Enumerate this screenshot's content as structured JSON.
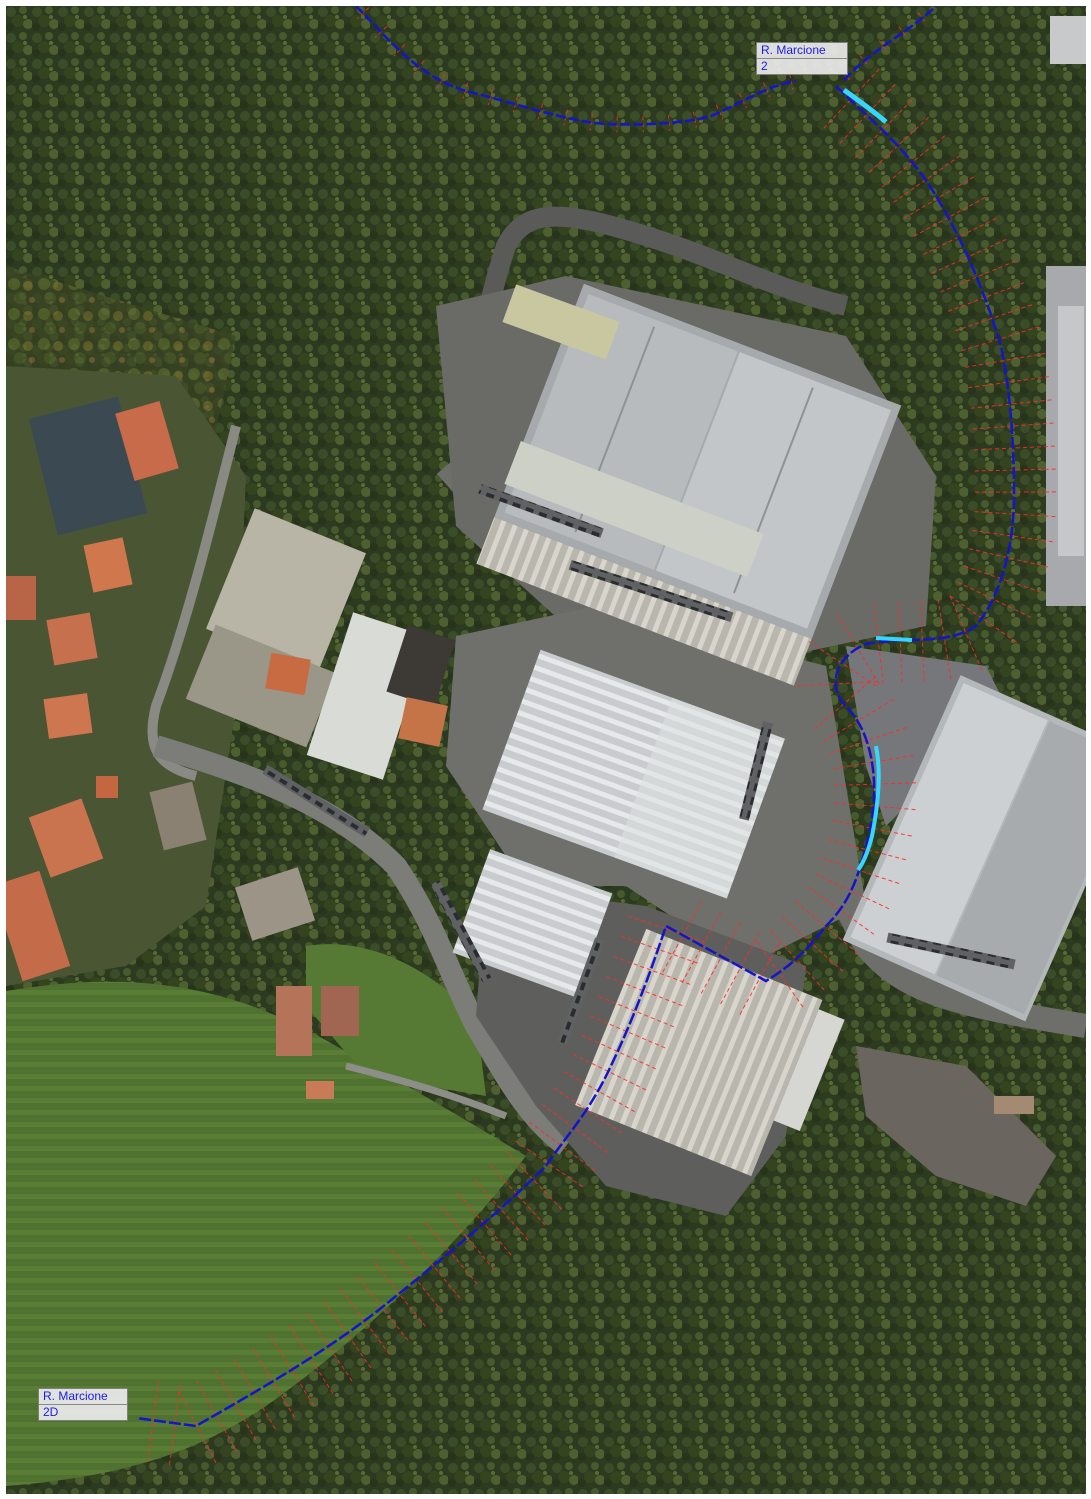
{
  "map": {
    "river_color": "#1414c8",
    "highlight_color": "#38d6ff",
    "section_color": "#ff2a2a"
  },
  "labels": {
    "top": {
      "name": "R. Marcione",
      "code": "2"
    },
    "bottom": {
      "name": "R. Marcione",
      "code": "2D"
    }
  }
}
